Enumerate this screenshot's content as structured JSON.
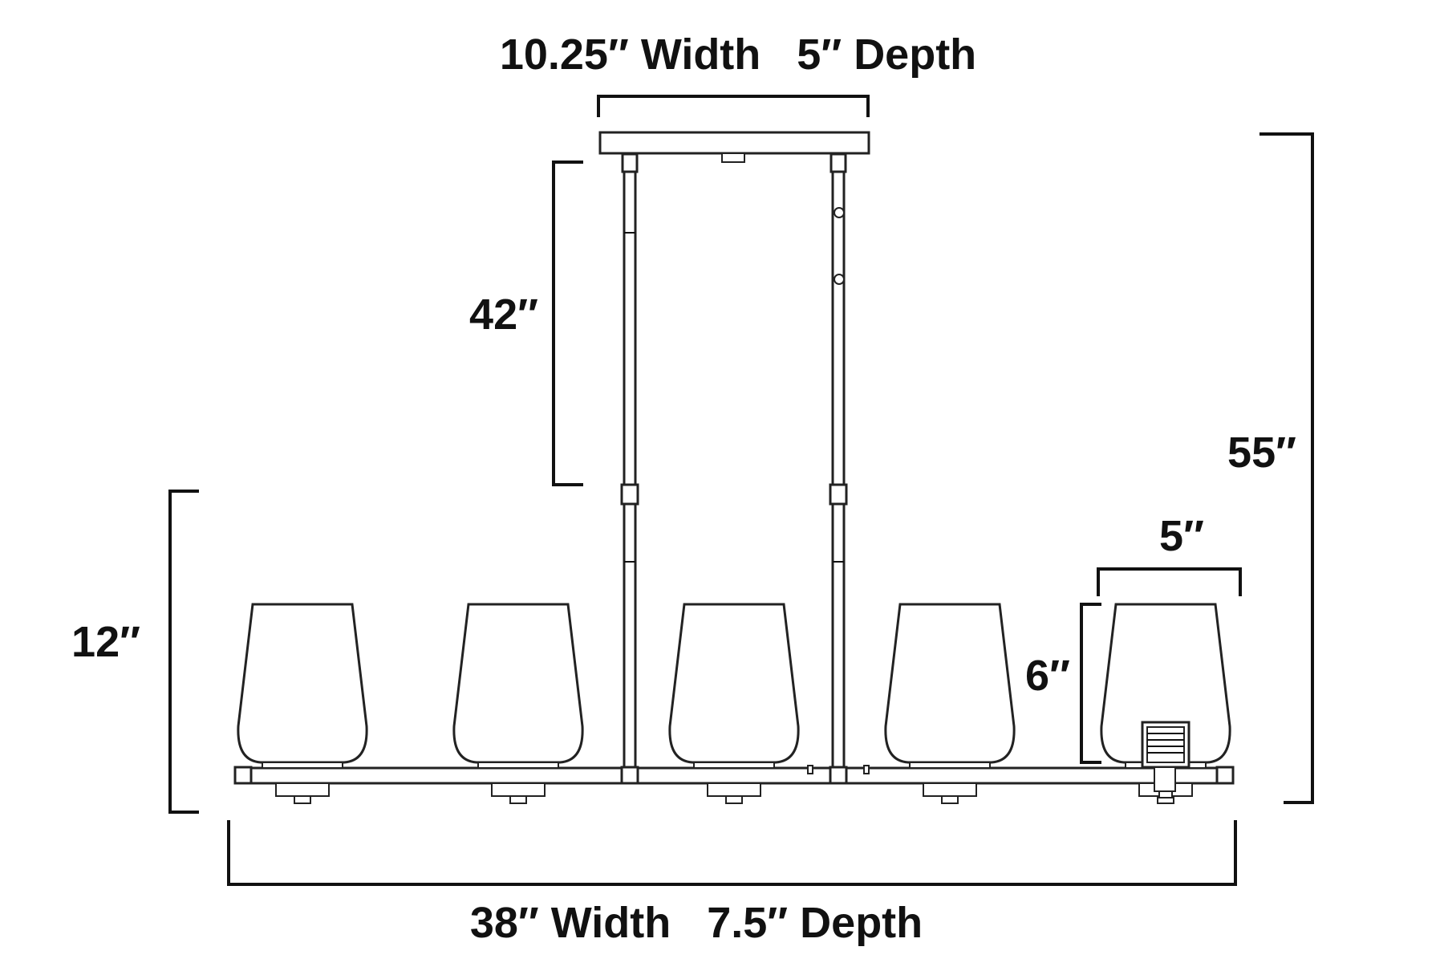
{
  "dimensions": {
    "canopy": "10.25″ Width   5″ Depth",
    "overall_width": "38″ Width   7.5″ Depth",
    "rod_length": "42″",
    "overall_height": "55″",
    "fixture_height": "12″",
    "shade_width": "5″",
    "shade_height": "6″"
  },
  "fixture": {
    "shade_count": 5
  },
  "colors": {
    "line": "#111111",
    "background": "#ffffff"
  }
}
